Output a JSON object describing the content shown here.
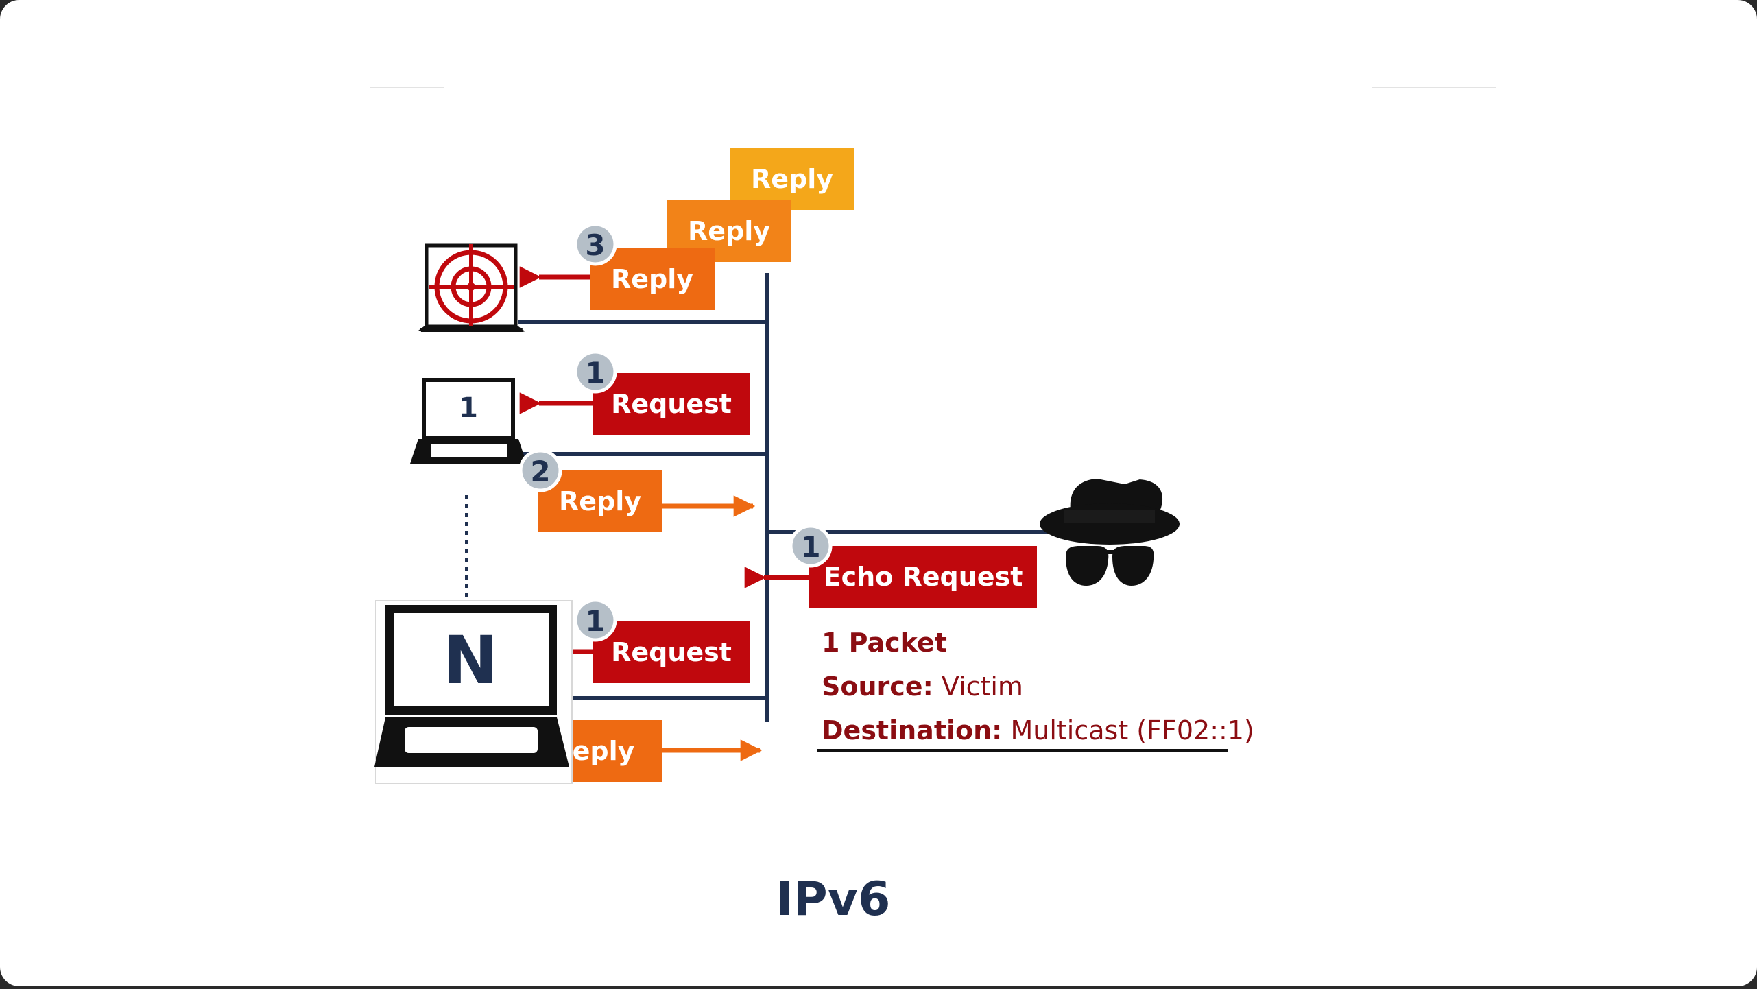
{
  "title": "IPv6",
  "colors": {
    "navy": "#1f3050",
    "dark_red": "#c0080d",
    "orange": "#ee6a12",
    "orange_mid": "#f28318",
    "orange_light": "#f4a71a",
    "badge_bg": "#b5bfc8",
    "text_red": "#8b0d12"
  },
  "hosts": [
    {
      "id": "victim",
      "icon": "target-laptop-icon"
    },
    {
      "id": "host-1",
      "screen_label": "1"
    },
    {
      "id": "host-n",
      "screen_label": "N"
    }
  ],
  "packets": {
    "reply_stack": [
      "Reply",
      "Reply",
      "Reply"
    ],
    "host1_request": "Request",
    "host1_reply": "Reply",
    "hostn_request": "Request",
    "hostn_reply": "eply",
    "echo_request": "Echo Request"
  },
  "badges": {
    "victim_reply": "3",
    "host1_request": "1",
    "host1_reply": "2",
    "echo_request": "1",
    "hostn_request": "1"
  },
  "attacker": {
    "icon": "spy-hat-glasses-icon"
  },
  "info": {
    "line1": "1 Packet",
    "source_label": "Source:",
    "source_value": " Victim",
    "destination_label": "Destination:",
    "destination_value": " Multicast (FF02::1)"
  }
}
